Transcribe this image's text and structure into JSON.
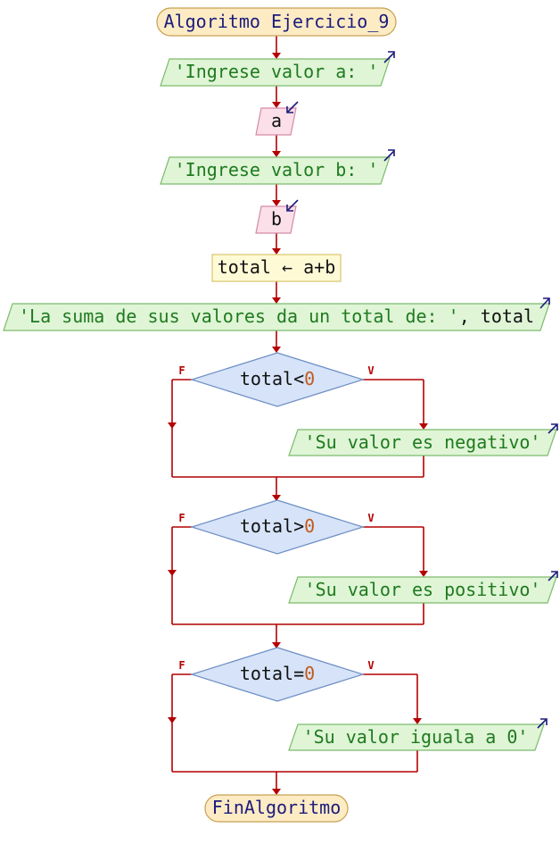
{
  "diagram": {
    "title": "Algoritmo Ejercicio_9",
    "end": "FinAlgoritmo",
    "output_1": "'Ingrese valor a: '",
    "input_a": "a",
    "output_2": "'Ingrese valor b: '",
    "input_b": "b",
    "assign": {
      "target": "total",
      "arrow": "←",
      "expr": "a+b"
    },
    "output_sum": {
      "string": "'La suma de sus valores da un total de: '",
      "sep": ", ",
      "var": "total"
    },
    "decisions": [
      {
        "var": "total",
        "op": "<",
        "num": "0",
        "false_label": "F",
        "true_label": "V",
        "true_output": "'Su valor es negativo'"
      },
      {
        "var": "total",
        "op": ">",
        "num": "0",
        "false_label": "F",
        "true_label": "V",
        "true_output": "'Su valor es positivo'"
      },
      {
        "var": "total",
        "op": "=",
        "num": "0",
        "false_label": "F",
        "true_label": "V",
        "true_output": "'Su valor iguala a 0'"
      }
    ]
  },
  "colors": {
    "flow_line": "#b40000",
    "terminal_fill": "#fdebc4",
    "output_fill": "#dff5d6",
    "input_fill": "#fbdfe9",
    "process_fill": "#fffad6",
    "decision_fill": "#d6e3f8",
    "string_text": "#1f7a1f",
    "keyword_text": "#1c1c7c",
    "number_text": "#c25a1a"
  },
  "icons": {
    "output": "arrow-up-right-icon",
    "input": "arrow-down-left-icon"
  }
}
